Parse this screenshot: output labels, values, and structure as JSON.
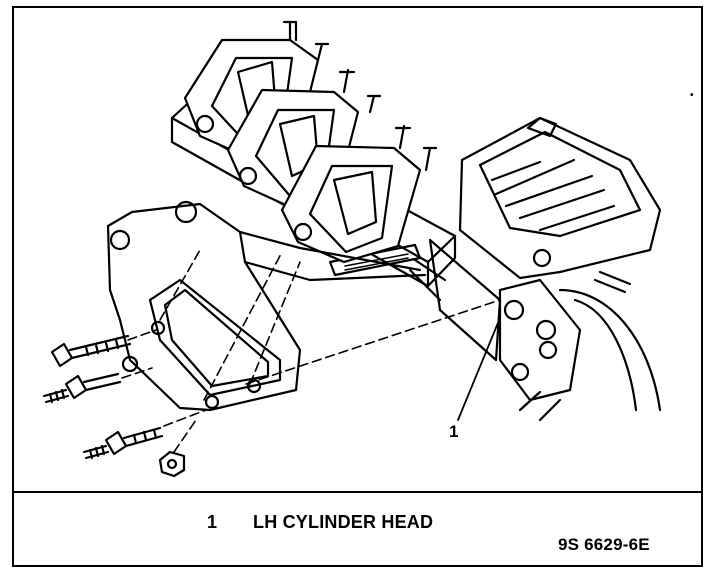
{
  "diagram": {
    "callouts": [
      {
        "number": "1"
      }
    ],
    "legend": [
      {
        "number": "1",
        "label": "LH CYLINDER HEAD"
      }
    ],
    "figure_code": "9S 6629-6E"
  },
  "icons": {
    "ignition-coils": "coil-pack-icon",
    "bracket": "mounting-bracket-icon",
    "bolts": "bolt-icon"
  },
  "colors": {
    "ink": "#000000",
    "paper": "#ffffff"
  }
}
